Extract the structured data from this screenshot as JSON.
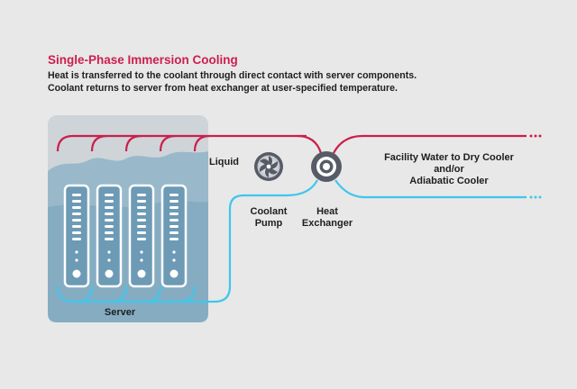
{
  "title": "Single-Phase Immersion Cooling",
  "subtitle": {
    "line1": "Heat is transferred to the coolant through direct contact with server components.",
    "line2": "Coolant returns to server from heat exchanger at user-specified temperature."
  },
  "labels": {
    "liquid": "Liquid",
    "coolant_pump_line1": "Coolant",
    "coolant_pump_line2": "Pump",
    "heat_exchanger_line1": "Heat",
    "heat_exchanger_line2": "Exchanger",
    "server": "Server",
    "facility_line1": "Facility Water to Dry Cooler",
    "facility_line2": "and/or",
    "facility_line3": "Adiabatic Cooler"
  },
  "colors": {
    "hot": "#cc1f4d",
    "cold": "#3fc6ec",
    "accent_text": "#cc1f4d",
    "tank_bg": "#cfd4d8",
    "coolant_fill": "#8fb4c8",
    "blade_fill": "#6d9ab4"
  },
  "icons": {
    "pump": "pump-fan-icon",
    "heat_exchanger": "heat-exchanger-icon"
  }
}
